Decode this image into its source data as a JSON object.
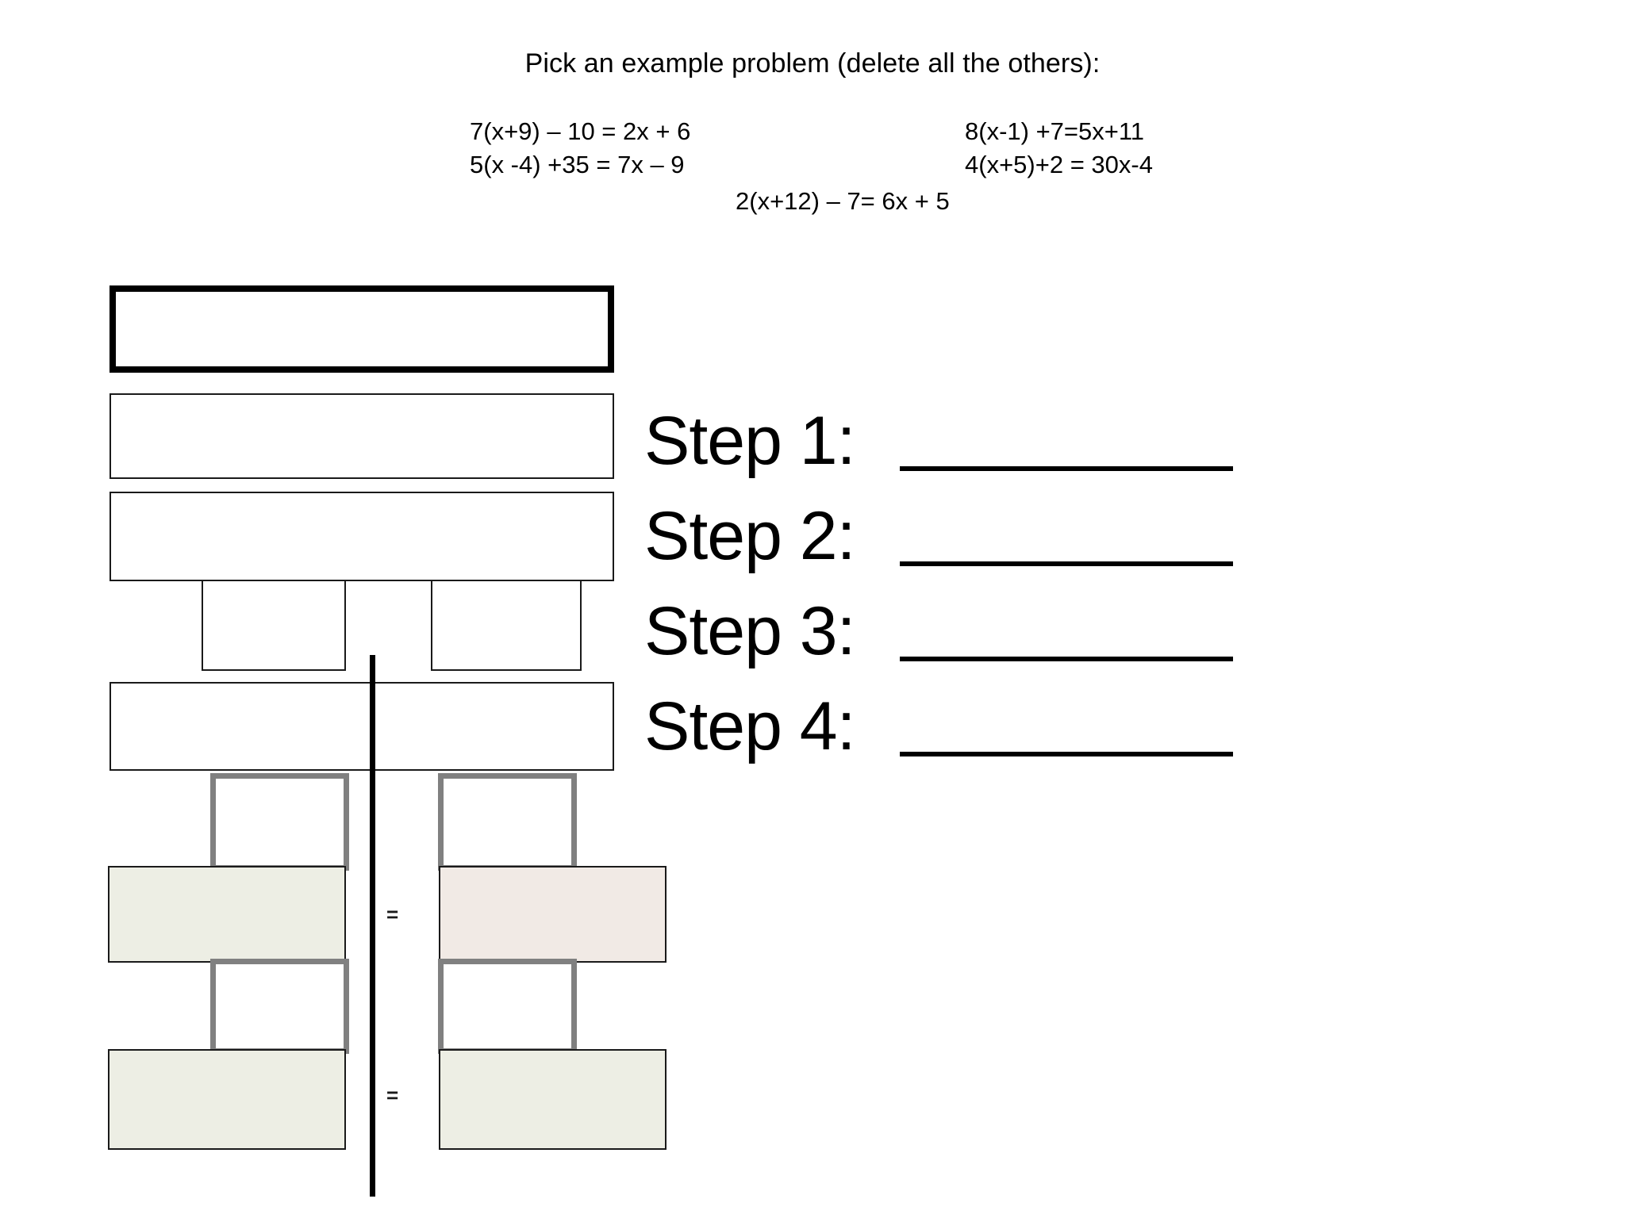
{
  "header": {
    "prompt": "Pick an example problem (delete all the others):"
  },
  "equations": {
    "left_column": [
      "7(x+9) – 10 = 2x + 6",
      "5(x -4) +35 = 7x – 9"
    ],
    "right_column": [
      "8(x-1) +7=5x+11",
      "4(x+5)+2 = 30x-4"
    ],
    "center": "2(x+12) – 7= 6x + 5"
  },
  "steps": {
    "items": [
      {
        "label": "Step 1:",
        "answer": ""
      },
      {
        "label": "Step 2:",
        "answer": ""
      },
      {
        "label": "Step 3:",
        "answer": ""
      },
      {
        "label": "Step 4:",
        "answer": ""
      }
    ]
  },
  "diagram": {
    "equals_symbols": [
      "=",
      "="
    ],
    "colors": {
      "outline_black": "#000000",
      "outline_gray": "#808080",
      "tile_shade_green": "#edeee4",
      "tile_shade_pink": "#f1eae5",
      "background": "#ffffff"
    },
    "tiles": {
      "header_bar": "",
      "row_bar_2": "",
      "row_bar_3": "",
      "small_left": "",
      "small_right": "",
      "wide_bar_4": "",
      "gray_left_upper": "",
      "gray_right_upper": "",
      "shade_left_upper": "",
      "shade_right_upper": "",
      "gray_left_lower": "",
      "gray_right_lower": "",
      "shade_left_lower": "",
      "shade_right_lower": ""
    }
  }
}
